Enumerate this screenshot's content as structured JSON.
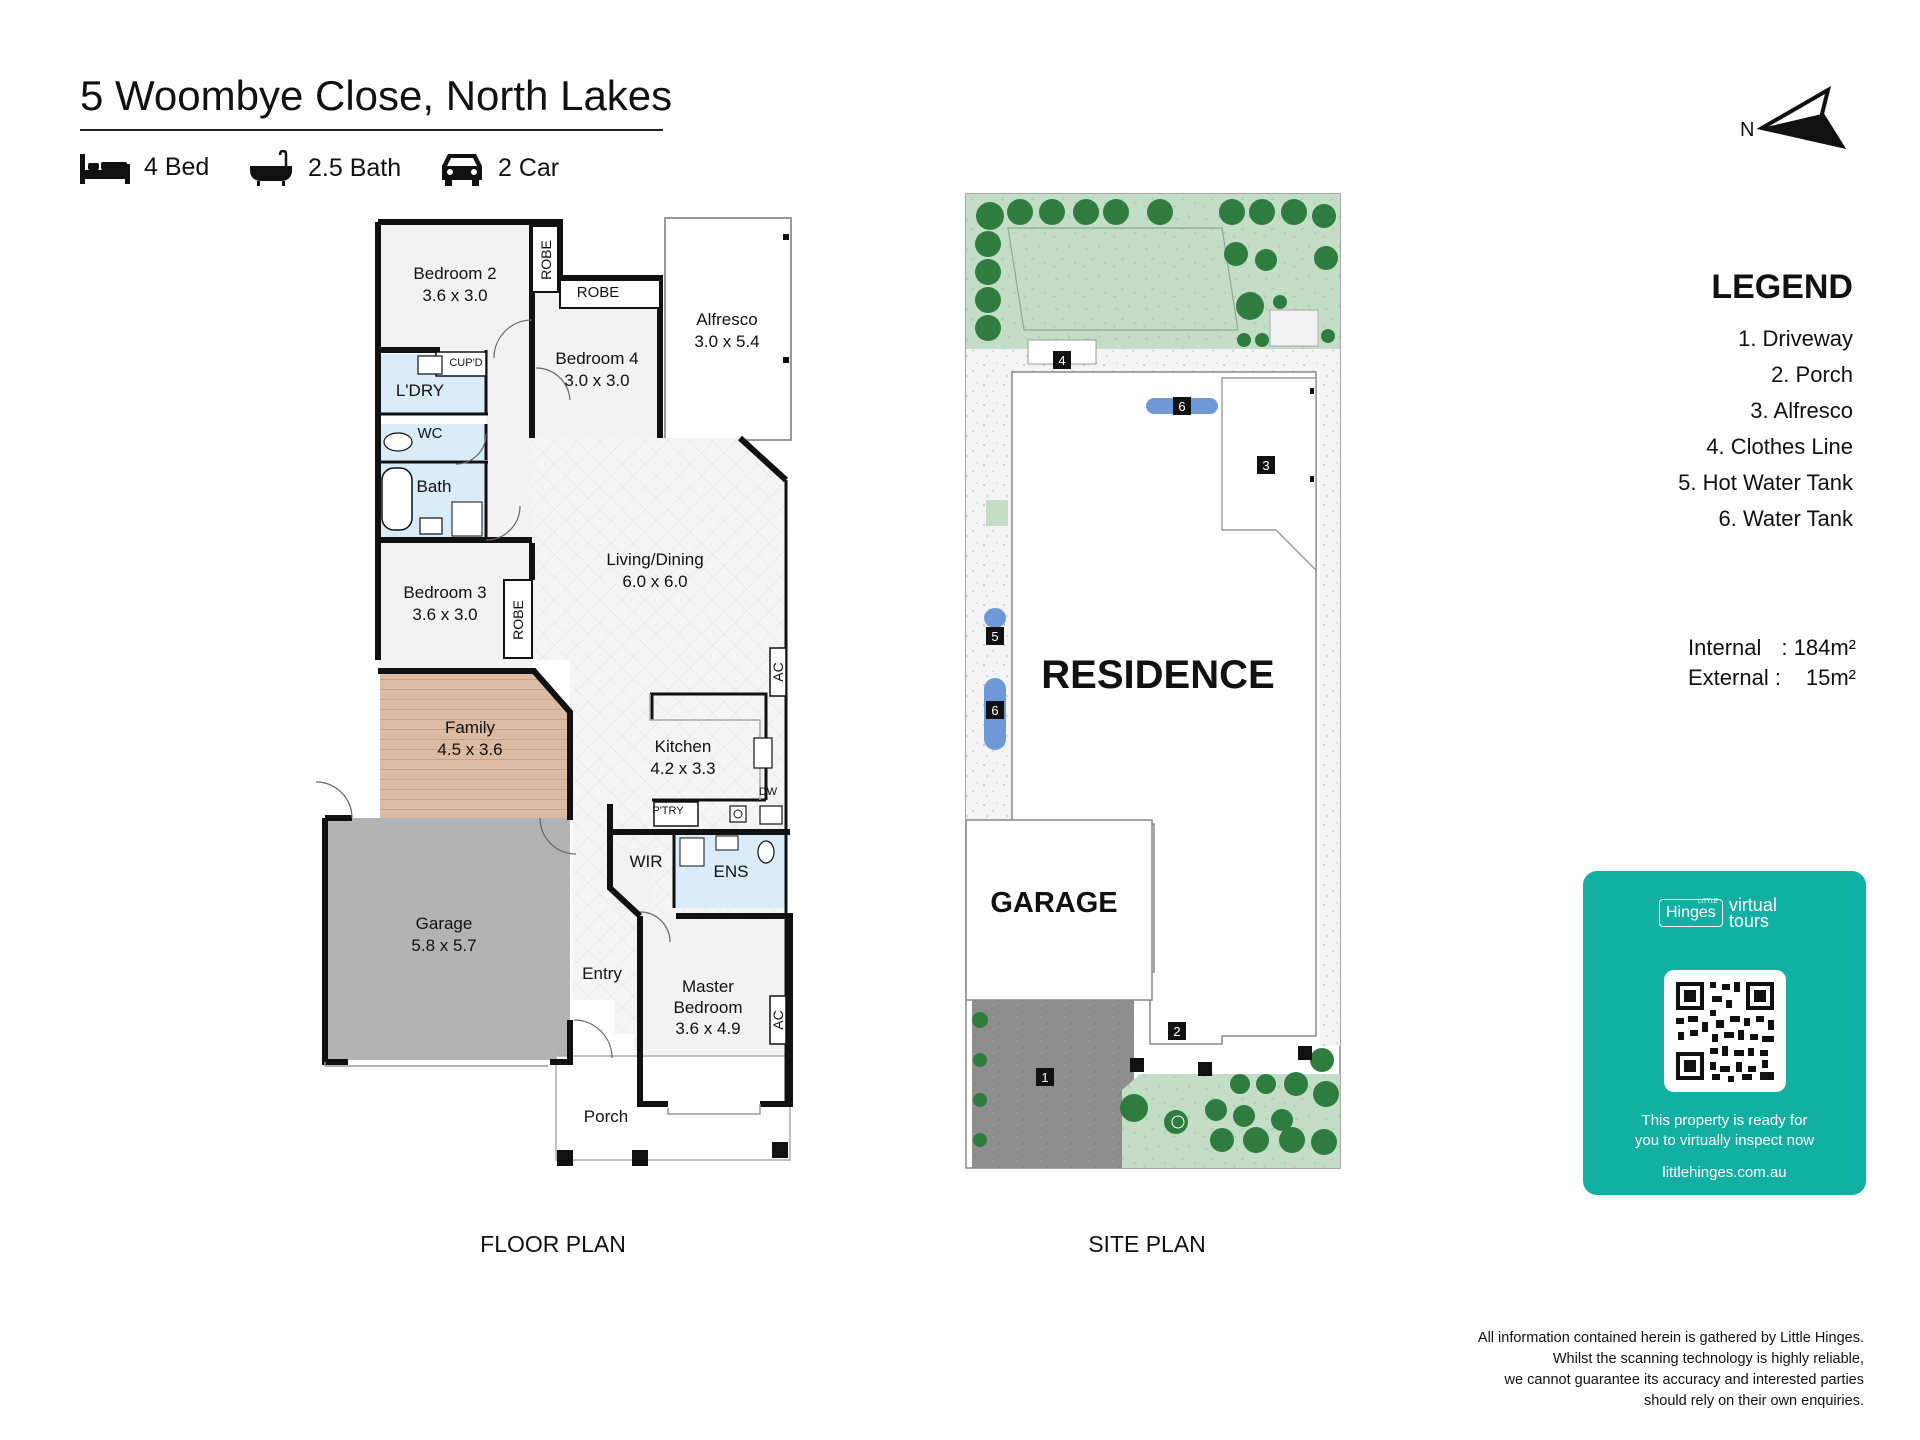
{
  "header": {
    "title": "5 Woombye Close, North Lakes",
    "features": [
      {
        "icon": "bed-icon",
        "label": "4 Bed"
      },
      {
        "icon": "bathtub-icon",
        "label": "2.5 Bath"
      },
      {
        "icon": "car-icon",
        "label": "2 Car"
      }
    ]
  },
  "compass": {
    "label": "N"
  },
  "floor_plan": {
    "caption": "FLOOR PLAN",
    "rooms": [
      {
        "name": "Bedroom 2",
        "dims": "3.6 x 3.0"
      },
      {
        "name": "Bedroom 4",
        "dims": "3.0 x 3.0"
      },
      {
        "name": "Alfresco",
        "dims": "3.0 x 5.4"
      },
      {
        "name": "Living/Dining",
        "dims": "6.0 x 6.0"
      },
      {
        "name": "Bedroom 3",
        "dims": "3.6 x 3.0"
      },
      {
        "name": "Family",
        "dims": "4.5 x 3.6"
      },
      {
        "name": "Kitchen",
        "dims": "4.2 x 3.3"
      },
      {
        "name": "Garage",
        "dims": "5.8 x 5.7"
      },
      {
        "name": "Master",
        "name2": "Bedroom",
        "dims": "3.6 x 4.9"
      }
    ],
    "labels": {
      "robe": "ROBE",
      "cupd": "CUP'D",
      "laundry": "L'DRY",
      "wc": "WC",
      "bath": "Bath",
      "ac": "AC",
      "dw": "DW",
      "pantry": "P'TRY",
      "wir": "WIR",
      "ens": "ENS",
      "entry": "Entry",
      "porch": "Porch"
    }
  },
  "site_plan": {
    "caption": "SITE PLAN",
    "residence_label": "RESIDENCE",
    "garage_label": "GARAGE",
    "markers": [
      "1",
      "2",
      "3",
      "4",
      "5",
      "6",
      "6"
    ]
  },
  "legend": {
    "title": "LEGEND",
    "items": [
      "1. Driveway",
      "2. Porch",
      "3. Alfresco",
      "4. Clothes Line",
      "5. Hot Water Tank",
      "6. Water Tank"
    ]
  },
  "areas": {
    "internal_label": "Internal",
    "internal_value": ": 184m²",
    "external_label": "External :",
    "external_value": "15m²"
  },
  "virtual_tour": {
    "brand_small": "LITTLE",
    "brand": "Hinges",
    "product_line1": "virtual",
    "product_line2": "tours",
    "message_line1": "This property is ready for",
    "message_line2": "you to virtually inspect now",
    "url": "littlehinges.com.au",
    "color": "#12b0a3"
  },
  "disclaimer": [
    "All information contained herein is gathered by Little Hinges.",
    "Whilst the scanning technology is highly reliable,",
    "we cannot guarantee its accuracy and interested parties",
    "should rely on their own enquiries."
  ],
  "colors": {
    "wet_area": "#d9ecf8",
    "family_floor": "#dcbba3",
    "garage_floor": "#b3b3b3",
    "lawn": "#c3ddc7",
    "tree": "#2e7d3e",
    "driveway": "#8e8e8e"
  }
}
